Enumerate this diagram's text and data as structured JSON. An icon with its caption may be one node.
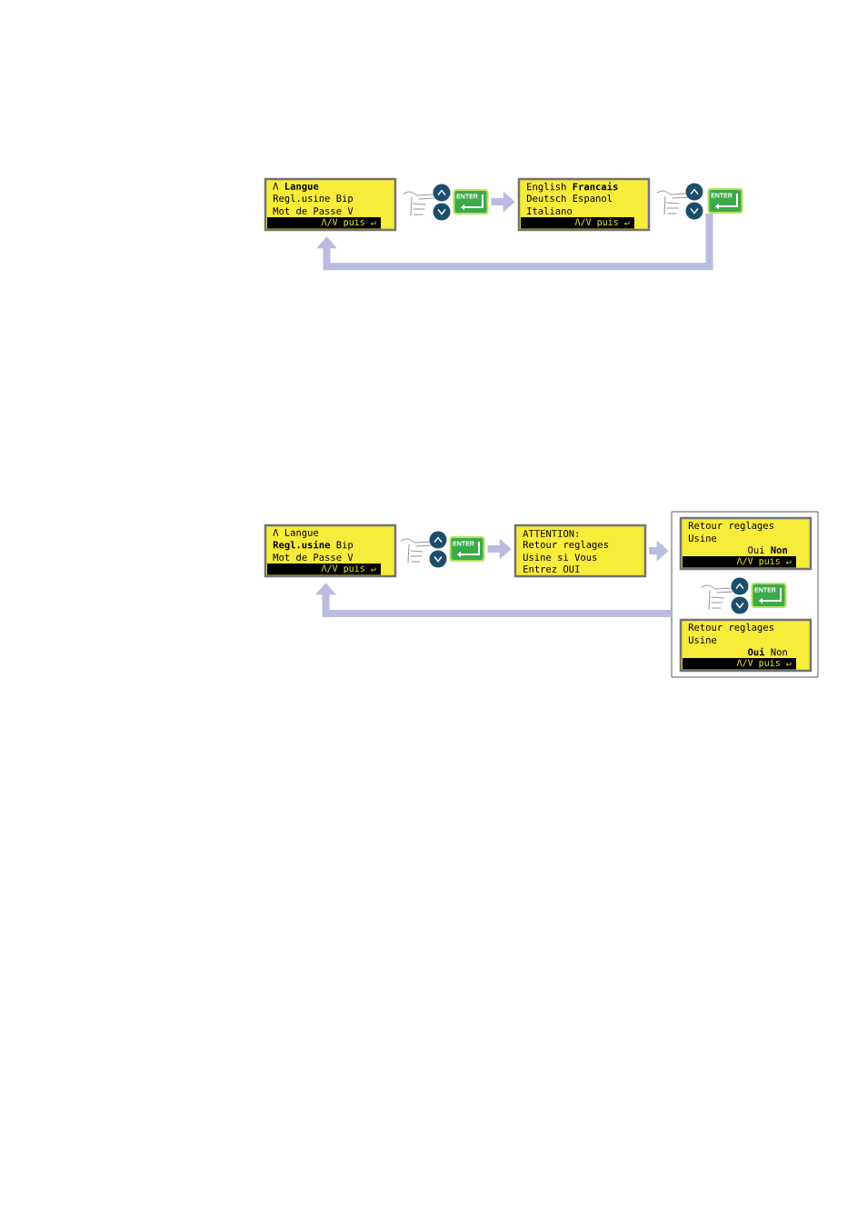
{
  "diagram": {
    "nodes": [
      {
        "text": [
          "Λ **Langue**",
          "Regl.usine Bip",
          "Mot de Passe V",
          "Λ/V puis ↵"
        ]
      },
      {
        "text": [
          "ENTER"
        ]
      },
      {
        "text": [
          "English **Francais**",
          "Deutsch Espanol",
          "Italiano",
          "Λ/V puis ↵"
        ]
      },
      {
        "text": [
          "ENTER"
        ]
      },
      {
        "text": [
          "Λ Langue",
          "**Regl.usine** Bip",
          "Mot de Passe V",
          "Λ/V puis ↵"
        ]
      },
      {
        "text": [
          "ENTER"
        ]
      },
      {
        "text": [
          "ATTENTION:",
          "Retour reglages",
          "Usine si Vous",
          "Entrez OUI"
        ]
      },
      {
        "text": [],
        "shape": "box"
      },
      {
        "text": [
          "Retour reglages",
          "Usine",
          "Oui **Non**",
          "Λ/V puis ↵"
        ],
        "in": 7
      },
      {
        "text": [
          "ENTER"
        ],
        "in": 7
      },
      {
        "text": [
          "Retour reglages",
          "Usine",
          "**Oui** Non",
          "Λ/V puis ↵"
        ],
        "in": 7
      }
    ],
    "edges": [
      {
        "from": 1,
        "to": 2,
        "arrow": "to"
      },
      {
        "from": 3,
        "to": 0,
        "arrow": "to"
      },
      {
        "from": 5,
        "to": 6,
        "arrow": "to"
      },
      {
        "from": 6,
        "to": 7,
        "arrow": "to"
      },
      {
        "from": 7,
        "to": 4,
        "arrow": "to"
      }
    ]
  }
}
